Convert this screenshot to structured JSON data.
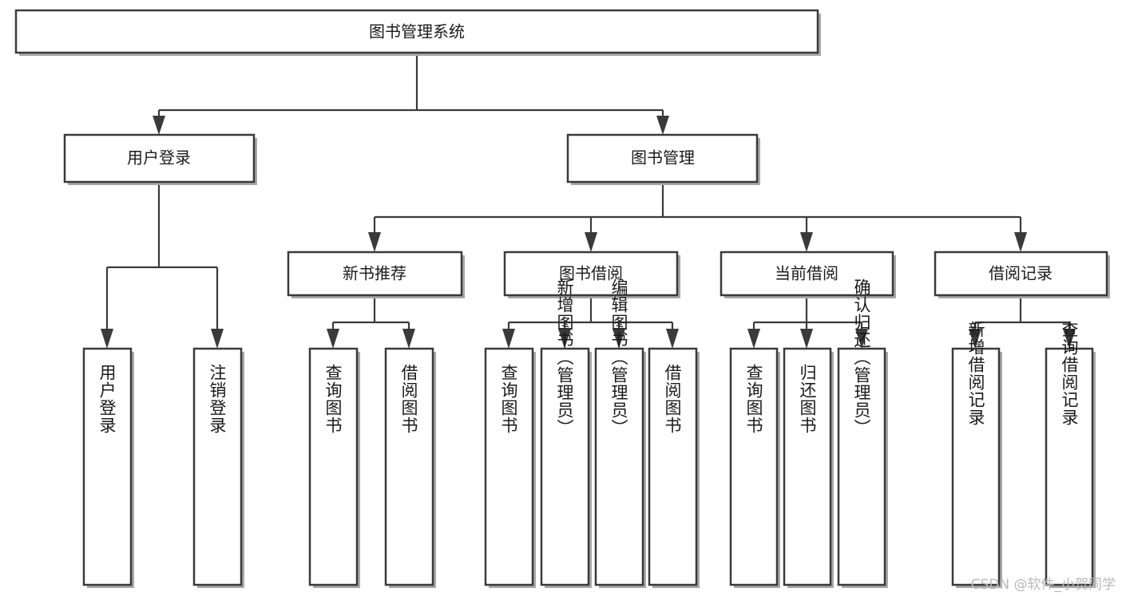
{
  "diagram": {
    "title": "图书管理系统",
    "type": "tree",
    "watermark": "CSDN @软件_小贺同学",
    "levels": {
      "root": {
        "label": "图书管理系统",
        "orientation": "horizontal"
      },
      "level2": [
        {
          "label": "用户登录",
          "orientation": "horizontal"
        },
        {
          "label": "图书管理",
          "orientation": "horizontal"
        }
      ],
      "level3": [
        {
          "label": "新书推荐",
          "orientation": "horizontal",
          "parent": "图书管理"
        },
        {
          "label": "图书借阅",
          "orientation": "horizontal",
          "parent": "图书管理"
        },
        {
          "label": "当前借阅",
          "orientation": "horizontal",
          "parent": "图书管理"
        },
        {
          "label": "借阅记录",
          "orientation": "horizontal",
          "parent": "图书管理"
        }
      ],
      "leaves": [
        {
          "label": "用户登录",
          "orientation": "vertical",
          "parent": "用户登录"
        },
        {
          "label": "注销登录",
          "orientation": "vertical",
          "parent": "用户登录"
        },
        {
          "label": "查询图书",
          "orientation": "vertical",
          "parent": "新书推荐"
        },
        {
          "label": "借阅图书",
          "orientation": "vertical",
          "parent": "新书推荐"
        },
        {
          "label": "查询图书",
          "orientation": "vertical",
          "parent": "图书借阅"
        },
        {
          "label": "新增图书（管理员）",
          "orientation": "vertical",
          "parent": "图书借阅"
        },
        {
          "label": "编辑图书（管理员）",
          "orientation": "vertical",
          "parent": "图书借阅"
        },
        {
          "label": "借阅图书",
          "orientation": "vertical",
          "parent": "图书借阅"
        },
        {
          "label": "查询图书",
          "orientation": "vertical",
          "parent": "当前借阅"
        },
        {
          "label": "归还图书",
          "orientation": "vertical",
          "parent": "当前借阅"
        },
        {
          "label": "确认归还（管理员）",
          "orientation": "vertical",
          "parent": "当前借阅"
        },
        {
          "label": "新增借阅记录",
          "orientation": "vertical",
          "parent": "借阅记录"
        },
        {
          "label": "查询借阅记录",
          "orientation": "vertical",
          "parent": "借阅记录"
        }
      ]
    },
    "colors": {
      "box_fill": "#ffffff",
      "box_stroke": "#3a3a3a",
      "text": "#1a1a1a",
      "connector": "#3a3a3a",
      "watermark": "#b9b9b9",
      "background": "#ffffff"
    }
  }
}
